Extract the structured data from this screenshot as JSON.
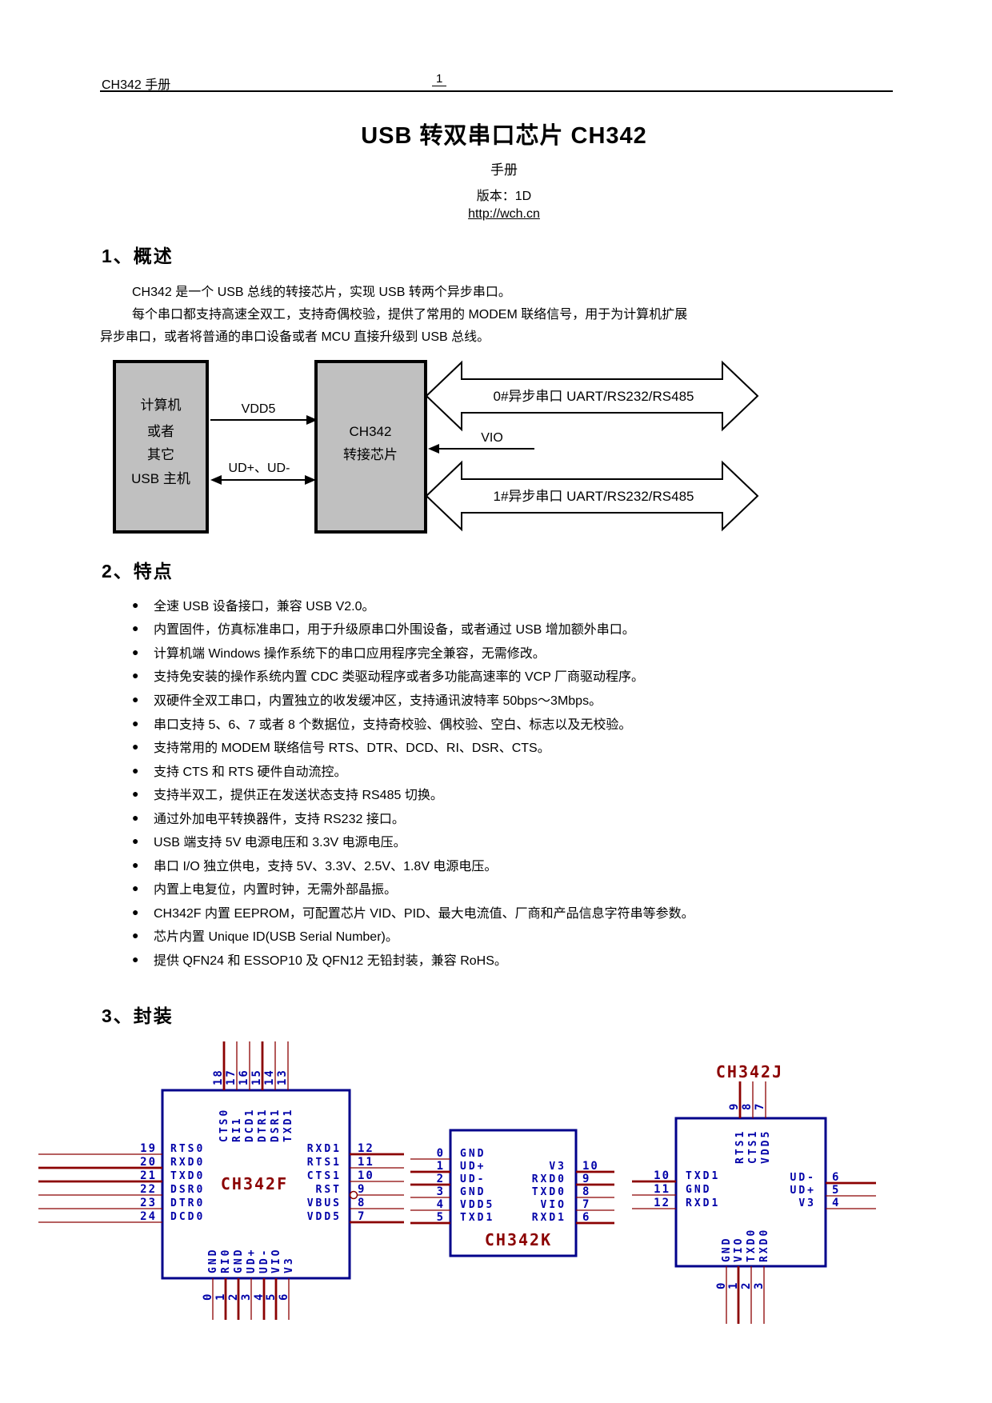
{
  "colors": {
    "accent_blue": "#0000A8",
    "accent_red": "#8B0000",
    "wire_red": "#8B0000",
    "box_gray": "#C0C0C0",
    "body_navy": "#00008B"
  },
  "header": {
    "left_text": "CH342 手册",
    "page_number": "1"
  },
  "titleblock": {
    "title": "USB 转双串口芯片 CH342",
    "subtitle": "手册",
    "version": "版本：1D",
    "link": "http://wch.cn"
  },
  "section1": {
    "heading": "1、概述",
    "para1": "CH342 是一个 USB 总线的转接芯片，实现 USB 转两个异步串口。",
    "para2_line1": "每个串口都支持高速全双工，支持奇偶校验，提供了常用的 MODEM 联络信号，用于为计算机扩展",
    "para2_line2": "异步串口，或者将普通的串口设备或者 MCU 直接升级到 USB 总线。"
  },
  "diagram": {
    "left_box_lines": [
      "计算机",
      "或者",
      "其它",
      "USB 主机"
    ],
    "chip_box_lines": [
      "CH342",
      "转接芯片"
    ],
    "vdd5_label": "VDD5",
    "ud_label": "UD+、UD-",
    "vio_label": "VIO",
    "uart0_label": "0#异步串口 UART/RS232/RS485",
    "uart1_label": "1#异步串口 UART/RS232/RS485"
  },
  "section2": {
    "heading": "2、特点",
    "bullet_marker": "●",
    "bullets": [
      "全速 USB 设备接口，兼容 USB V2.0。",
      "内置固件，仿真标准串口，用于升级原串口外围设备，或者通过 USB 增加额外串口。",
      "计算机端 Windows 操作系统下的串口应用程序完全兼容，无需修改。",
      "支持免安装的操作系统内置 CDC 类驱动程序或者多功能高速率的 VCP 厂商驱动程序。",
      "双硬件全双工串口，内置独立的收发缓冲区，支持通讯波特率 50bps～3Mbps。",
      "串口支持 5、6、7 或者 8 个数据位，支持奇校验、偶校验、空白、标志以及无校验。",
      "支持常用的 MODEM 联络信号 RTS、DTR、DCD、RI、DSR、CTS。",
      "支持 CTS 和 RTS 硬件自动流控。",
      "支持半双工，提供正在发送状态支持 RS485 切换。",
      "通过外加电平转换器件，支持 RS232 接口。",
      "USB 端支持 5V 电源电压和 3.3V 电源电压。",
      "串口 I/O 独立供电，支持 5V、3.3V、2.5V、1.8V 电源电压。",
      "内置上电复位，内置时钟，无需外部晶振。",
      "CH342F 内置 EEPROM，可配置芯片 VID、PID、最大电流值、厂商和产品信息字符串等参数。",
      "芯片内置 Unique ID(USB Serial Number)。",
      "提供 QFN24 和 ESSOP10 及 QFN12 无铅封装，兼容 RoHS。"
    ]
  },
  "section3": {
    "heading": "3、封装",
    "chips": [
      {
        "name": "CH342F",
        "top": [
          {
            "n": "18",
            "l": "CTS0",
            "t": true
          },
          {
            "n": "17",
            "l": "RI1",
            "t": false
          },
          {
            "n": "16",
            "l": "DCD1",
            "t": false
          },
          {
            "n": "15",
            "l": "DTR1",
            "t": true
          },
          {
            "n": "14",
            "l": "DSR1",
            "t": false
          },
          {
            "n": "13",
            "l": "TXD1",
            "t": false
          }
        ],
        "left": [
          {
            "n": "19",
            "l": "RTS0",
            "t": false
          },
          {
            "n": "20",
            "l": "RXD0",
            "t": true
          },
          {
            "n": "21",
            "l": "TXD0",
            "t": true
          },
          {
            "n": "22",
            "l": "DSR0",
            "t": false
          },
          {
            "n": "23",
            "l": "DTR0",
            "t": false
          },
          {
            "n": "24",
            "l": "DCD0",
            "t": false
          }
        ],
        "right": [
          {
            "n": "12",
            "l": "RXD1",
            "t": true
          },
          {
            "n": "11",
            "l": "RTS1",
            "t": false
          },
          {
            "n": "10",
            "l": "CTS1",
            "t": false
          },
          {
            "n": "9",
            "l": "RST",
            "t": false,
            "circle": true
          },
          {
            "n": "8",
            "l": "VBUS",
            "t": false
          },
          {
            "n": "7",
            "l": "VDD5",
            "t": true
          }
        ],
        "bottom": [
          {
            "n": "0",
            "l": "GND",
            "t": false
          },
          {
            "n": "1",
            "l": "RI0",
            "t": true
          },
          {
            "n": "2",
            "l": "GND",
            "t": true
          },
          {
            "n": "3",
            "l": "UD+",
            "t": false
          },
          {
            "n": "4",
            "l": "UD-",
            "t": true
          },
          {
            "n": "5",
            "l": "VIO",
            "t": true
          },
          {
            "n": "6",
            "l": "V3",
            "t": false
          }
        ]
      },
      {
        "name": "CH342K",
        "left": [
          {
            "n": "0",
            "l": "GND",
            "t": false
          },
          {
            "n": "1",
            "l": "UD+",
            "t": true
          },
          {
            "n": "2",
            "l": "UD-",
            "t": true
          },
          {
            "n": "3",
            "l": "GND",
            "t": false
          },
          {
            "n": "4",
            "l": "VDD5",
            "t": false
          },
          {
            "n": "5",
            "l": "TXD1",
            "t": true
          }
        ],
        "right": [
          {
            "n": "10",
            "l": "V3",
            "t": true
          },
          {
            "n": "9",
            "l": "RXD0",
            "t": true
          },
          {
            "n": "8",
            "l": "TXD0",
            "t": false
          },
          {
            "n": "7",
            "l": "VIO",
            "t": false
          },
          {
            "n": "6",
            "l": "RXD1",
            "t": true
          }
        ]
      },
      {
        "name": "CH342J",
        "top": [
          {
            "n": "9",
            "l": "RTS1",
            "t": true
          },
          {
            "n": "8",
            "l": "CTS1",
            "t": false
          },
          {
            "n": "7",
            "l": "VDD5",
            "t": false
          }
        ],
        "left": [
          {
            "n": "10",
            "l": "TXD1",
            "t": true
          },
          {
            "n": "11",
            "l": "GND",
            "t": false
          },
          {
            "n": "12",
            "l": "RXD1",
            "t": false
          }
        ],
        "right": [
          {
            "n": "6",
            "l": "UD-",
            "t": true
          },
          {
            "n": "5",
            "l": "UD+",
            "t": false
          },
          {
            "n": "4",
            "l": "V3",
            "t": false
          }
        ],
        "bottom": [
          {
            "n": "0",
            "l": "GND",
            "t": false
          },
          {
            "n": "1",
            "l": "VIO",
            "t": true
          },
          {
            "n": "2",
            "l": "TXD0",
            "t": false
          },
          {
            "n": "3",
            "l": "RXD0",
            "t": false
          }
        ]
      }
    ]
  }
}
